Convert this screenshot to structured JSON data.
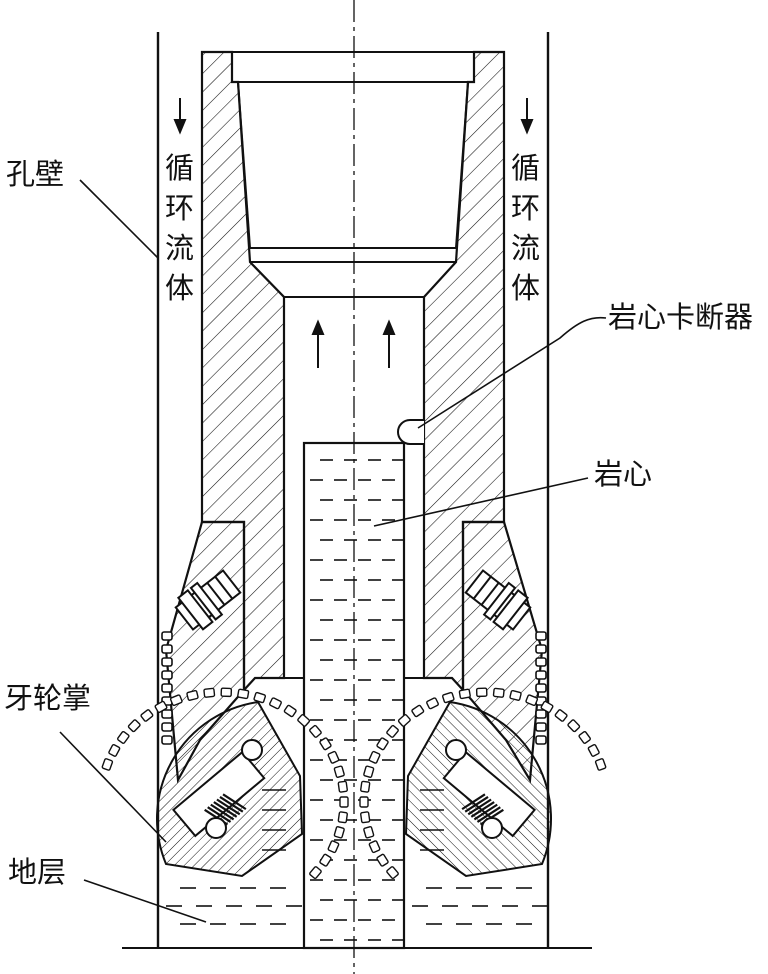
{
  "labels": {
    "hole_wall": "孔壁",
    "circulating_fluid_left": [
      "循",
      "环",
      "流",
      "体"
    ],
    "circulating_fluid_right": [
      "循",
      "环",
      "流",
      "体"
    ],
    "core_breaker": "岩心卡断器",
    "core": "岩心",
    "cone_leg": "牙轮掌",
    "formation": "地层"
  },
  "colors": {
    "ink": "#111111",
    "background": "#ffffff"
  }
}
